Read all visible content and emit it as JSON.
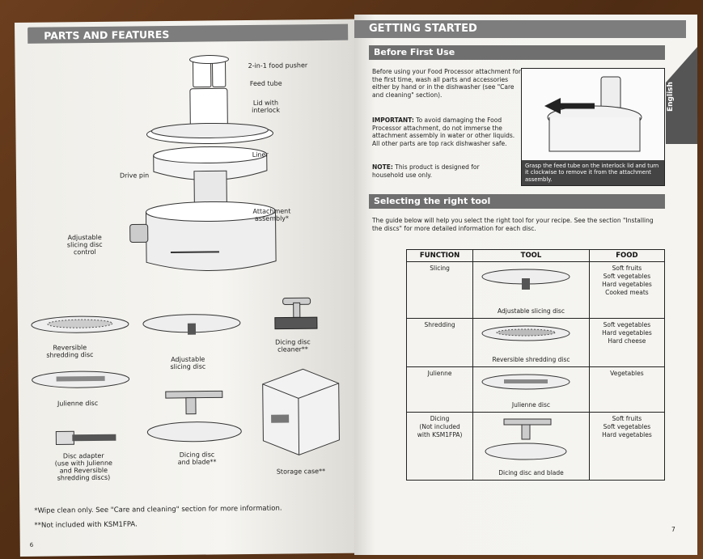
{
  "left_page": {
    "header": "PARTS AND FEATURES",
    "labels": {
      "food_pusher": "2-in-1 food pusher",
      "feed_tube": "Feed tube",
      "lid": "Lid with\ninterlock",
      "liner": "Liner",
      "drive_pin": "Drive pin",
      "attachment": "Attachment\nassembly*",
      "adjustable_control": "Adjustable\nslicing disc\ncontrol",
      "reversible_disc": "Reversible\nshredding disc",
      "adjustable_disc": "Adjustable\nslicing disc",
      "dicing_cleaner": "Dicing disc\ncleaner**",
      "julienne_disc": "Julienne disc",
      "disc_adapter": "Disc adapter\n(use with Julienne\nand Reversible\nshredding discs)",
      "dicing_blade": "Dicing disc\nand blade**",
      "storage_case": "Storage case**"
    },
    "footnote1": "*Wipe clean only. See \"Care and cleaning\" section for more information.",
    "footnote2": "**Not included with KSM1FPA.",
    "page_number": "6"
  },
  "right_page": {
    "header": "GETTING STARTED",
    "side_tab": "English",
    "section1_title": "Before First Use",
    "section1_para1": "Before using your Food Processor attachment for the first time, wash all parts and accessories either by hand or in the dishwasher (see \"Care and cleaning\" section).",
    "important_label": "IMPORTANT:",
    "important_text": " To avoid damaging the Food Processor attachment, do not immerse the attachment assembly in water or other liquids. All other parts are top rack dishwasher safe.",
    "note_label": "NOTE:",
    "note_text": " This product is designed for household use only.",
    "figure_caption": "Grasp the feed tube on the interlock lid and turn it clockwise to remove it from the attachment assembly.",
    "section2_title": "Selecting the right tool",
    "section2_para": "The guide below will help you select the right tool for your recipe. See the section \"Installing the discs\" for more detailed information for each disc.",
    "table": {
      "headers": [
        "FUNCTION",
        "TOOL",
        "FOOD"
      ],
      "rows": [
        {
          "function": "Slicing",
          "tool": "Adjustable slicing disc",
          "food": "Soft fruits\nSoft vegetables\nHard vegetables\nCooked meats"
        },
        {
          "function": "Shredding",
          "tool": "Reversible shredding disc",
          "food": "Soft vegetables\nHard vegetables\nHard cheese"
        },
        {
          "function": "Julienne",
          "tool": "Julienne disc",
          "food": "Vegetables"
        },
        {
          "function": "Dicing\n(Not included\nwith KSM1FPA)",
          "tool": "Dicing disc and blade",
          "food": "Soft fruits\nSoft vegetables\nHard vegetables"
        }
      ]
    },
    "page_number": "7"
  },
  "colors": {
    "header_bg": "#7d7d7d",
    "page_bg": "#f4f3ef",
    "table_bg": "#5a3418"
  }
}
